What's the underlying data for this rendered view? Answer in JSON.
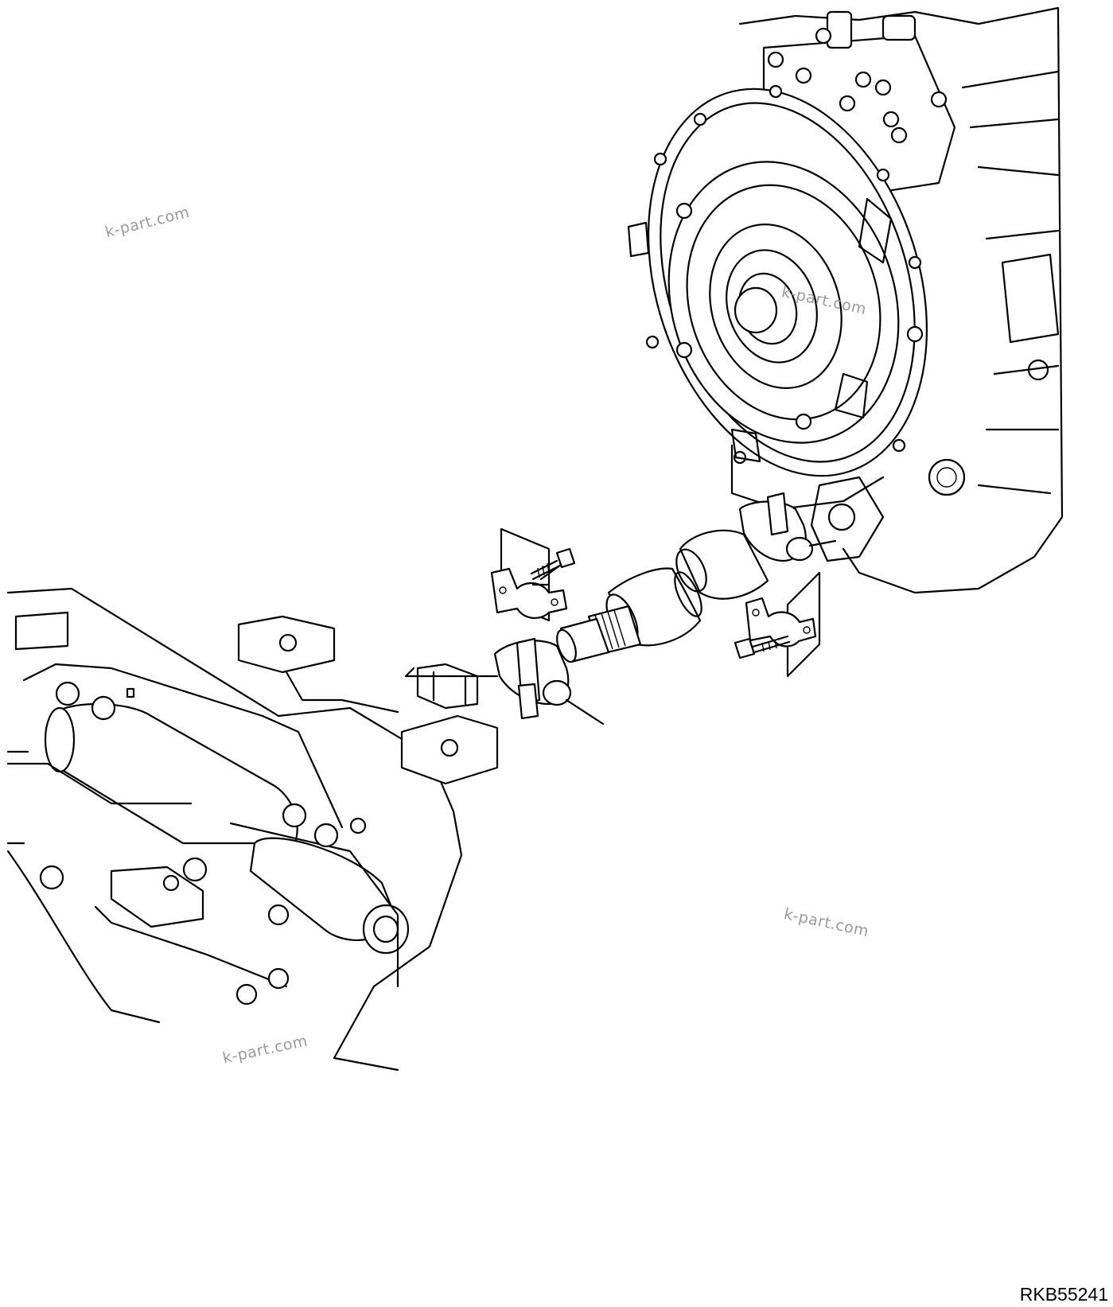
{
  "watermarks": [
    "k-part.com",
    "k-part.com",
    "k-part.com",
    "k-part.com"
  ],
  "drawing_code": "RKB55241",
  "colors": {
    "line": "#000000",
    "background": "#ffffff",
    "watermark": "#9a9a9a"
  }
}
